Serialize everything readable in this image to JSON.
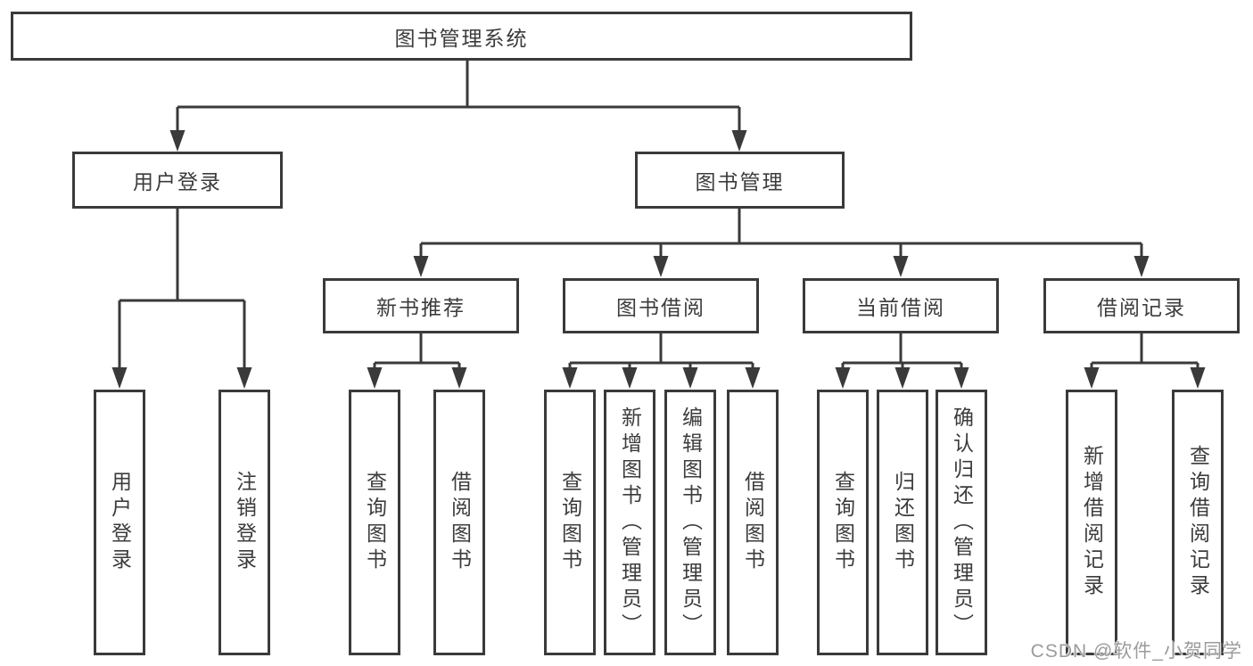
{
  "diagram_title": "图书管理系统",
  "nodes": {
    "root": "图书管理系统",
    "level2": [
      "用户登录",
      "图书管理"
    ],
    "level3": [
      "新书推荐",
      "图书借阅",
      "当前借阅",
      "借阅记录"
    ],
    "leaves": [
      "用户登录",
      "注销登录",
      "查询图书",
      "借阅图书",
      "查询图书",
      "新增图书（管理员）",
      "编辑图书（管理员）",
      "借阅图书",
      "查询图书",
      "归还图书",
      "确认归还（管理员）",
      "新增借阅记录",
      "查询借阅记录"
    ]
  },
  "colors": {
    "line": "#3a3a3a",
    "box_border": "#3a3a3a",
    "box_fill": "#ffffff",
    "text": "#3c3c3c",
    "watermark": "#9b9b9b",
    "background": "#ffffff"
  },
  "watermark": {
    "text": "CSDN @软件_小贺同学"
  }
}
